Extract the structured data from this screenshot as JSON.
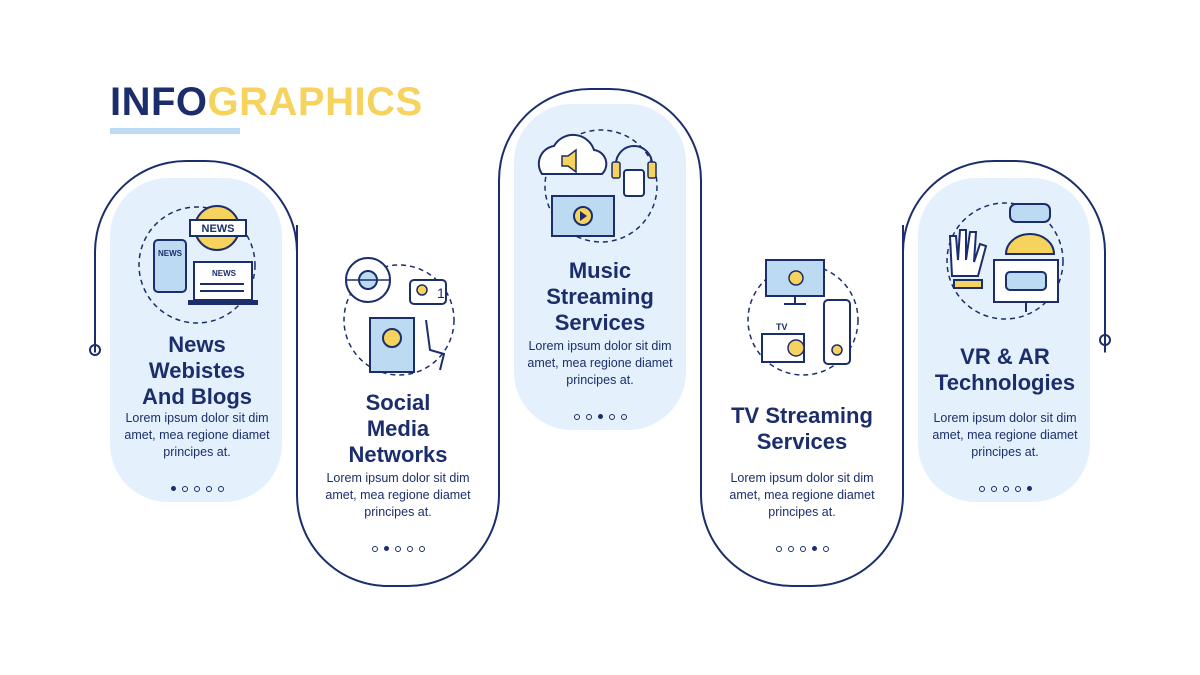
{
  "title": {
    "part1": "INFO",
    "part2": "GRAPHICS"
  },
  "cards": [
    {
      "heading": [
        "News",
        "Webistes",
        "And Blogs"
      ],
      "desc": [
        "Lorem ipsum dolor sit dim",
        "amet, mea regione diamet",
        "principes at."
      ],
      "active_dot": 1,
      "icon": "news-icon"
    },
    {
      "heading": [
        "Social",
        "Media",
        "Networks"
      ],
      "desc": [
        "Lorem ipsum dolor sit dim",
        "amet, mea regione diamet",
        "principes at."
      ],
      "active_dot": 2,
      "icon": "social-media-icon"
    },
    {
      "heading": [
        "Music",
        "Streaming",
        "Services"
      ],
      "desc": [
        "Lorem ipsum dolor sit dim",
        "amet, mea regione diamet",
        "principes at."
      ],
      "active_dot": 3,
      "icon": "music-streaming-icon"
    },
    {
      "heading": [
        "TV Streaming",
        "Services"
      ],
      "desc": [
        "Lorem ipsum dolor sit dim",
        "amet, mea regione diamet",
        "principes at."
      ],
      "active_dot": 4,
      "icon": "tv-streaming-icon"
    },
    {
      "heading": [
        "VR & AR",
        "Technologies"
      ],
      "desc": [
        "Lorem ipsum dolor sit dim",
        "amet, mea regione diamet",
        "principes at."
      ],
      "active_dot": 5,
      "icon": "vr-ar-icon"
    }
  ],
  "colors": {
    "navy": "#1b2e6b",
    "yellow": "#f5d35c",
    "light_blue": "#e4f0fb",
    "accent_blue": "#bcdaf2"
  }
}
